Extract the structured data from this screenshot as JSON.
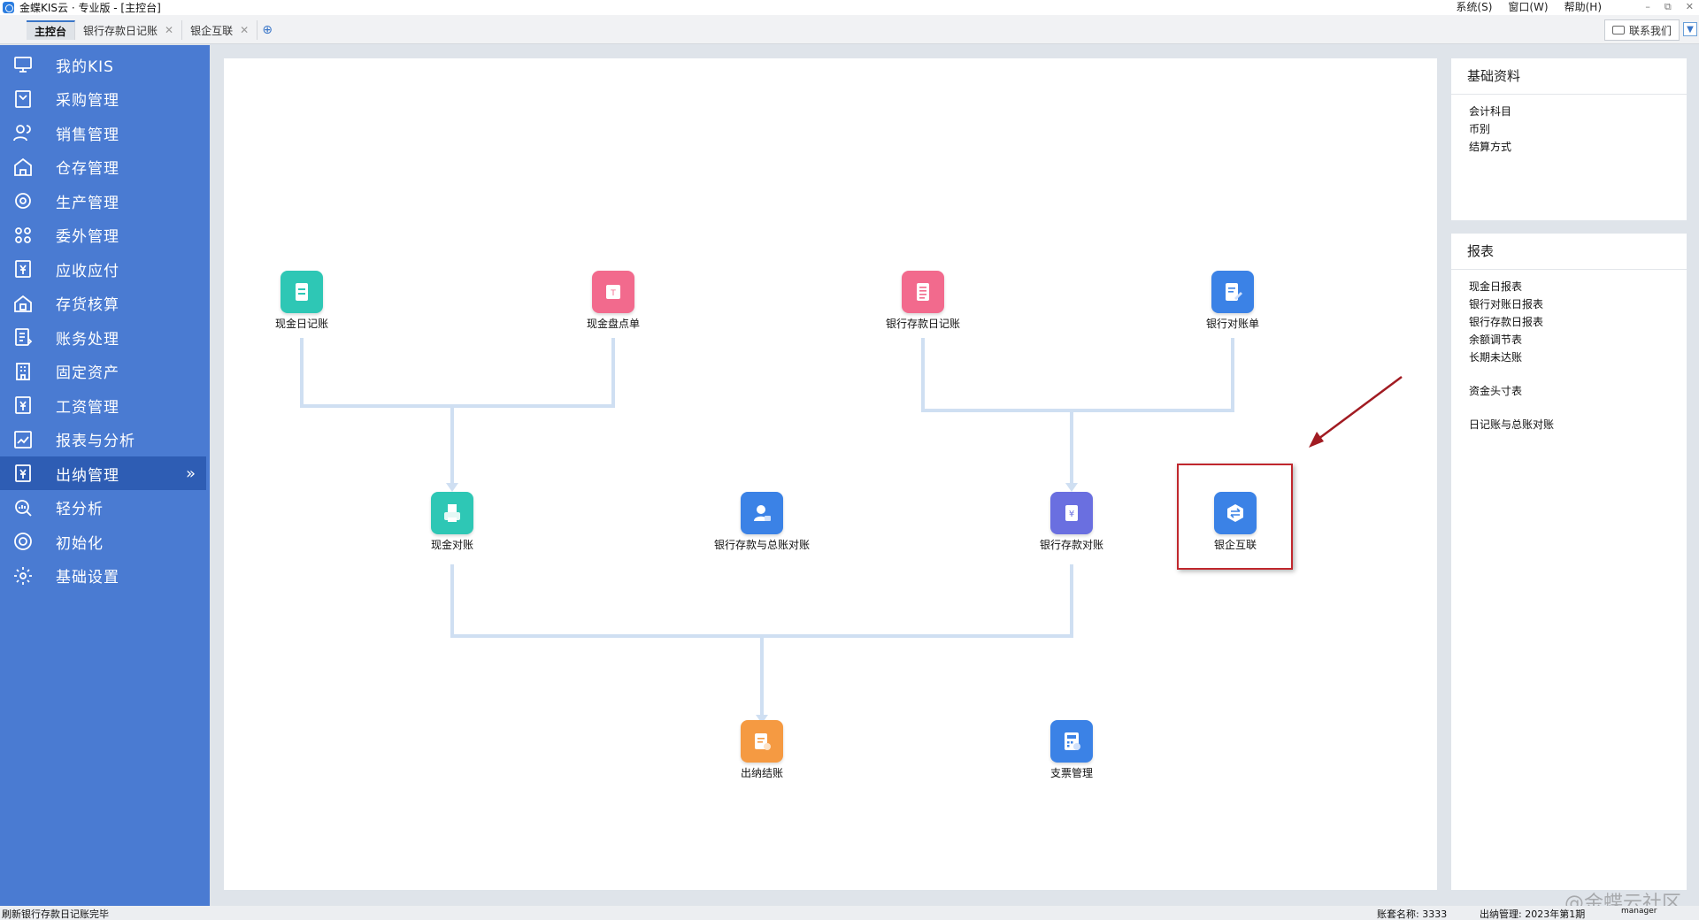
{
  "window": {
    "title": "金蝶KIS云 · 专业版 - [主控台]",
    "menus": [
      "系统(S)",
      "窗口(W)",
      "帮助(H)"
    ],
    "controls": [
      "–",
      "⧉",
      "✕"
    ]
  },
  "tabs": [
    {
      "label": "主控台",
      "active": true
    },
    {
      "label": "银行存款日记账",
      "active": false
    },
    {
      "label": "银企互联",
      "active": false
    }
  ],
  "contact_button": "联系我们",
  "sidebar": {
    "items": [
      {
        "label": "我的KIS",
        "icon": "monitor-icon"
      },
      {
        "label": "采购管理",
        "icon": "purchase-icon"
      },
      {
        "label": "销售管理",
        "icon": "users-icon"
      },
      {
        "label": "仓存管理",
        "icon": "warehouse-icon"
      },
      {
        "label": "生产管理",
        "icon": "production-icon"
      },
      {
        "label": "委外管理",
        "icon": "outsource-icon"
      },
      {
        "label": "应收应付",
        "icon": "receivable-icon"
      },
      {
        "label": "存货核算",
        "icon": "inventory-icon"
      },
      {
        "label": "账务处理",
        "icon": "ledger-icon"
      },
      {
        "label": "固定资产",
        "icon": "assets-icon"
      },
      {
        "label": "工资管理",
        "icon": "salary-icon"
      },
      {
        "label": "报表与分析",
        "icon": "chart-icon"
      },
      {
        "label": "出纳管理",
        "icon": "cashier-icon",
        "active": true
      },
      {
        "label": "轻分析",
        "icon": "analysis-icon"
      },
      {
        "label": "初始化",
        "icon": "init-icon"
      },
      {
        "label": "基础设置",
        "icon": "settings-icon"
      }
    ]
  },
  "flow": {
    "nodes": [
      {
        "id": "cash-journal",
        "label": "现金日记账",
        "color": "#2ec7b5"
      },
      {
        "id": "cash-count",
        "label": "现金盘点单",
        "color": "#f26a8d"
      },
      {
        "id": "bank-journal",
        "label": "银行存款日记账",
        "color": "#f26a8d"
      },
      {
        "id": "bank-statement",
        "label": "银行对账单",
        "color": "#3b82e6"
      },
      {
        "id": "cash-reconcile",
        "label": "现金对账",
        "color": "#2ec7b5"
      },
      {
        "id": "bank-gl-reconcile",
        "label": "银行存款与总账对账",
        "color": "#3b82e6"
      },
      {
        "id": "bank-reconcile",
        "label": "银行存款对账",
        "color": "#6a6fe0"
      },
      {
        "id": "bank-enterprise",
        "label": "银企互联",
        "color": "#3b82e6"
      },
      {
        "id": "cashier-close",
        "label": "出纳结账",
        "color": "#f59a42"
      },
      {
        "id": "check-management",
        "label": "支票管理",
        "color": "#3b82e6"
      }
    ]
  },
  "right_panel": {
    "basic": {
      "title": "基础资料",
      "links": [
        "会计科目",
        "币别",
        "结算方式"
      ]
    },
    "reports": {
      "title": "报表",
      "links": [
        "现金日报表",
        "银行对账日报表",
        "银行存款日报表",
        "余额调节表",
        "长期未达账",
        "资金头寸表",
        "日记账与总账对账"
      ]
    }
  },
  "statusbar": {
    "message": "刷新银行存款日记账完毕",
    "account_label": "账套名称: 3333",
    "period_label": "出纳管理: 2023年第1期",
    "user": "manager"
  },
  "brand_watermark": "@金蝶云社区"
}
